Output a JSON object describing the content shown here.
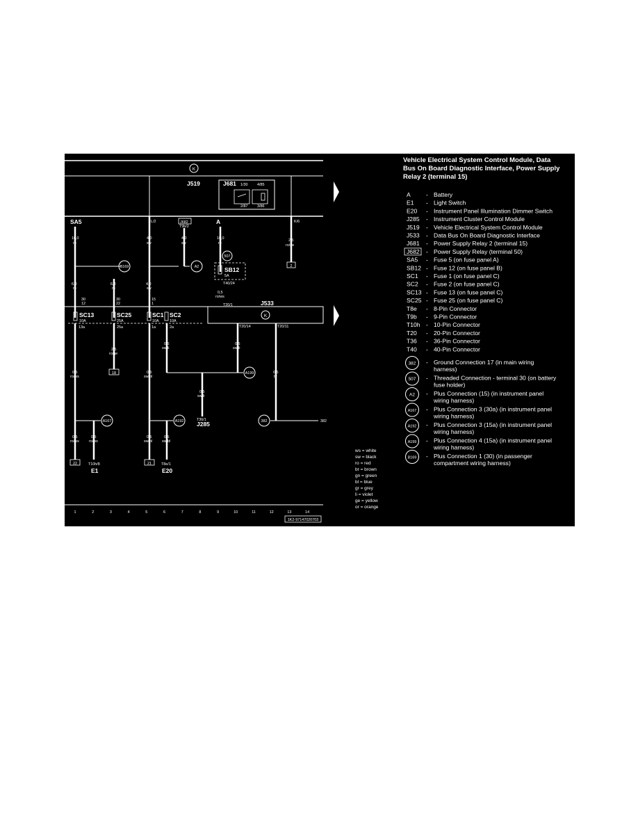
{
  "title_lines": [
    "Vehicle Electrical System Control Module, Data",
    "Bus On Board Diagnostic Interface, Power Supply",
    "Relay 2 (terminal 15)"
  ],
  "legend": [
    {
      "code": "A",
      "desc": "Battery"
    },
    {
      "code": "E1",
      "desc": "Light  Switch"
    },
    {
      "code": "E20",
      "desc": "Instrument Panel Illumination Dimmer Switch"
    },
    {
      "code": "J285",
      "desc": "Instrument Cluster Control Module"
    },
    {
      "code": "J519",
      "desc": "Vehicle Electrical System Control Module"
    },
    {
      "code": "J533",
      "desc": "Data Bus On Board Diagnostic Interface"
    },
    {
      "code": "J681",
      "desc": "Power Supply Relay 2 (terminal 15)"
    },
    {
      "code": "J682",
      "desc": "Power Supply Relay (terminal 50)"
    },
    {
      "code": "SA5",
      "desc": "Fuse 5 (on fuse panel A)"
    },
    {
      "code": "SB12",
      "desc": "Fuse 12 (on fuse panel B)"
    },
    {
      "code": "SC1",
      "desc": "Fuse 1 (on fuse panel C)"
    },
    {
      "code": "SC2",
      "desc": "Fuse 2 (on fuse panel C)"
    },
    {
      "code": "SC13",
      "desc": "Fuse 13 (on fuse panel C)"
    },
    {
      "code": "SC25",
      "desc": "Fuse 25 (on fuse panel C)"
    },
    {
      "code": "T8e",
      "desc": "8-Pin Connector"
    },
    {
      "code": "T9b",
      "desc": "9-Pin Connector"
    },
    {
      "code": "T10h",
      "desc": "10-Pin Connector"
    },
    {
      "code": "T20",
      "desc": "20-Pin Connector"
    },
    {
      "code": "T36",
      "desc": "36-Pin Connector"
    },
    {
      "code": "T40",
      "desc": "40-Pin Connector"
    }
  ],
  "connections": [
    {
      "code": "382",
      "line1": "Ground Connection 17 (in main wiring",
      "line2": "harness)"
    },
    {
      "code": "507",
      "line1": "Threaded Connection - terminal 30 (on battery",
      "line2": "fuse holder)"
    },
    {
      "code": "A2",
      "line1": "Plus Connection (15) (in instrument panel",
      "line2": "wiring harness)"
    },
    {
      "code": "A167",
      "line1": "Plus Connection 3 (30a) (in instrument panel",
      "line2": "wiring harness)"
    },
    {
      "code": "A192",
      "line1": "Plus Connection 3 (15a) (in instrument panel",
      "line2": "wiring harness)"
    },
    {
      "code": "A199",
      "line1": "Plus Connection 4 (15a) (in instrument panel",
      "line2": "wiring harness)"
    },
    {
      "code": "B169",
      "line1": "Plus Connection 1 (30) (in passenger",
      "line2": "compartment wiring harness)"
    }
  ],
  "colors": [
    "ws = white",
    "sw = black",
    "ro = red",
    "br = brown",
    "gn = green",
    "bl = blue",
    "gr = grey",
    "li = violet",
    "ge = yellow",
    "or = orange"
  ],
  "grid_numbers": [
    "1",
    "2",
    "3",
    "4",
    "5",
    "6",
    "7",
    "8",
    "9",
    "10",
    "11",
    "12",
    "13",
    "14"
  ],
  "diagram_ref": "1K2-97147020703",
  "diagram": {
    "j519": "J519",
    "j681": "J681",
    "j533": "J533",
    "j682": "J682",
    "j285": "J285",
    "e1": "E1",
    "e20": "E20",
    "sa5": "SA5",
    "a_term": "A",
    "sb12": "SB12",
    "sc13": "SC13",
    "sc25": "SC25",
    "sc1": "SC1",
    "sc2": "SC2",
    "k_symbol": "K",
    "relay_pins": [
      "1/30",
      "4/85",
      "2/87",
      "3/86"
    ],
    "l2": "L/2",
    "t9b2": "T9b/2",
    "k6": "K/6",
    "t40_24": "T40/24",
    "t20_1": "T20/1",
    "t20_14": "T20/14",
    "t20_11": "T20/11",
    "t36_1": "T36/1",
    "t10h_8": "T10h/8",
    "t8e_1": "T8e/1",
    "sb12_amp": "5A",
    "sc13_amp": "10A",
    "sc25_amp": "25A",
    "sc1_amp": "10A",
    "sc2_amp": "10A",
    "wire_10_ro": [
      "10,0",
      "ro"
    ],
    "wire_4_sw_a": [
      "4,0",
      "sw"
    ],
    "wire_4_sw_b": [
      "4,0",
      "sw"
    ],
    "wire_10_ro_b": [
      "10,0",
      "ro"
    ],
    "wire_25_roge_top": [
      "2,5",
      "ro/ge"
    ],
    "wire_6_ro": [
      "6,0",
      "ro"
    ],
    "wire_6_ro_b": [
      "6,0",
      "ro"
    ],
    "wire_4_sw_c": [
      "4,0",
      "sw"
    ],
    "wire_05_rows_sb": [
      "0,5",
      "ro/ws"
    ],
    "pin_30_12": [
      "30",
      "12"
    ],
    "pin_30_22": [
      "30",
      "22"
    ],
    "pin_15_1": [
      "15",
      "1"
    ],
    "pin_13a": "13a",
    "pin_25a": "25a",
    "pin_1a": "1a",
    "pin_2a": "2a",
    "wire_25_roge": [
      "2,5",
      "ro/ge"
    ],
    "wire_05_swli_a": [
      "0,5",
      "sw/li"
    ],
    "wire_05_swli_b": [
      "0,5",
      "sw/li"
    ],
    "wire_05_br": [
      "0,5",
      "br"
    ],
    "wire_05_rows_a": [
      "0,5",
      "ro/ws"
    ],
    "wire_05_swbl_a": [
      "0,5",
      "sw/bl"
    ],
    "wire_05_swli_c": [
      "0,5",
      "sw/li"
    ],
    "wire_05_rows_b": [
      "0,5",
      "ro/ws"
    ],
    "wire_05_rows_c": [
      "0,5",
      "ro/ws"
    ],
    "wire_05_swbl_b": [
      "0,5",
      "sw/bl"
    ],
    "wire_05_swbl_c": [
      "0,5",
      "sw/bl"
    ],
    "node_b169": "B169",
    "node_a2": "A2",
    "node_a199": "A199",
    "node_a167": "A167",
    "node_a192": "A192",
    "node_382": "382",
    "node_507": "507",
    "box_2": "2",
    "box_18": "18",
    "box_22": "22",
    "box_21": "21",
    "ground_382": "382"
  }
}
